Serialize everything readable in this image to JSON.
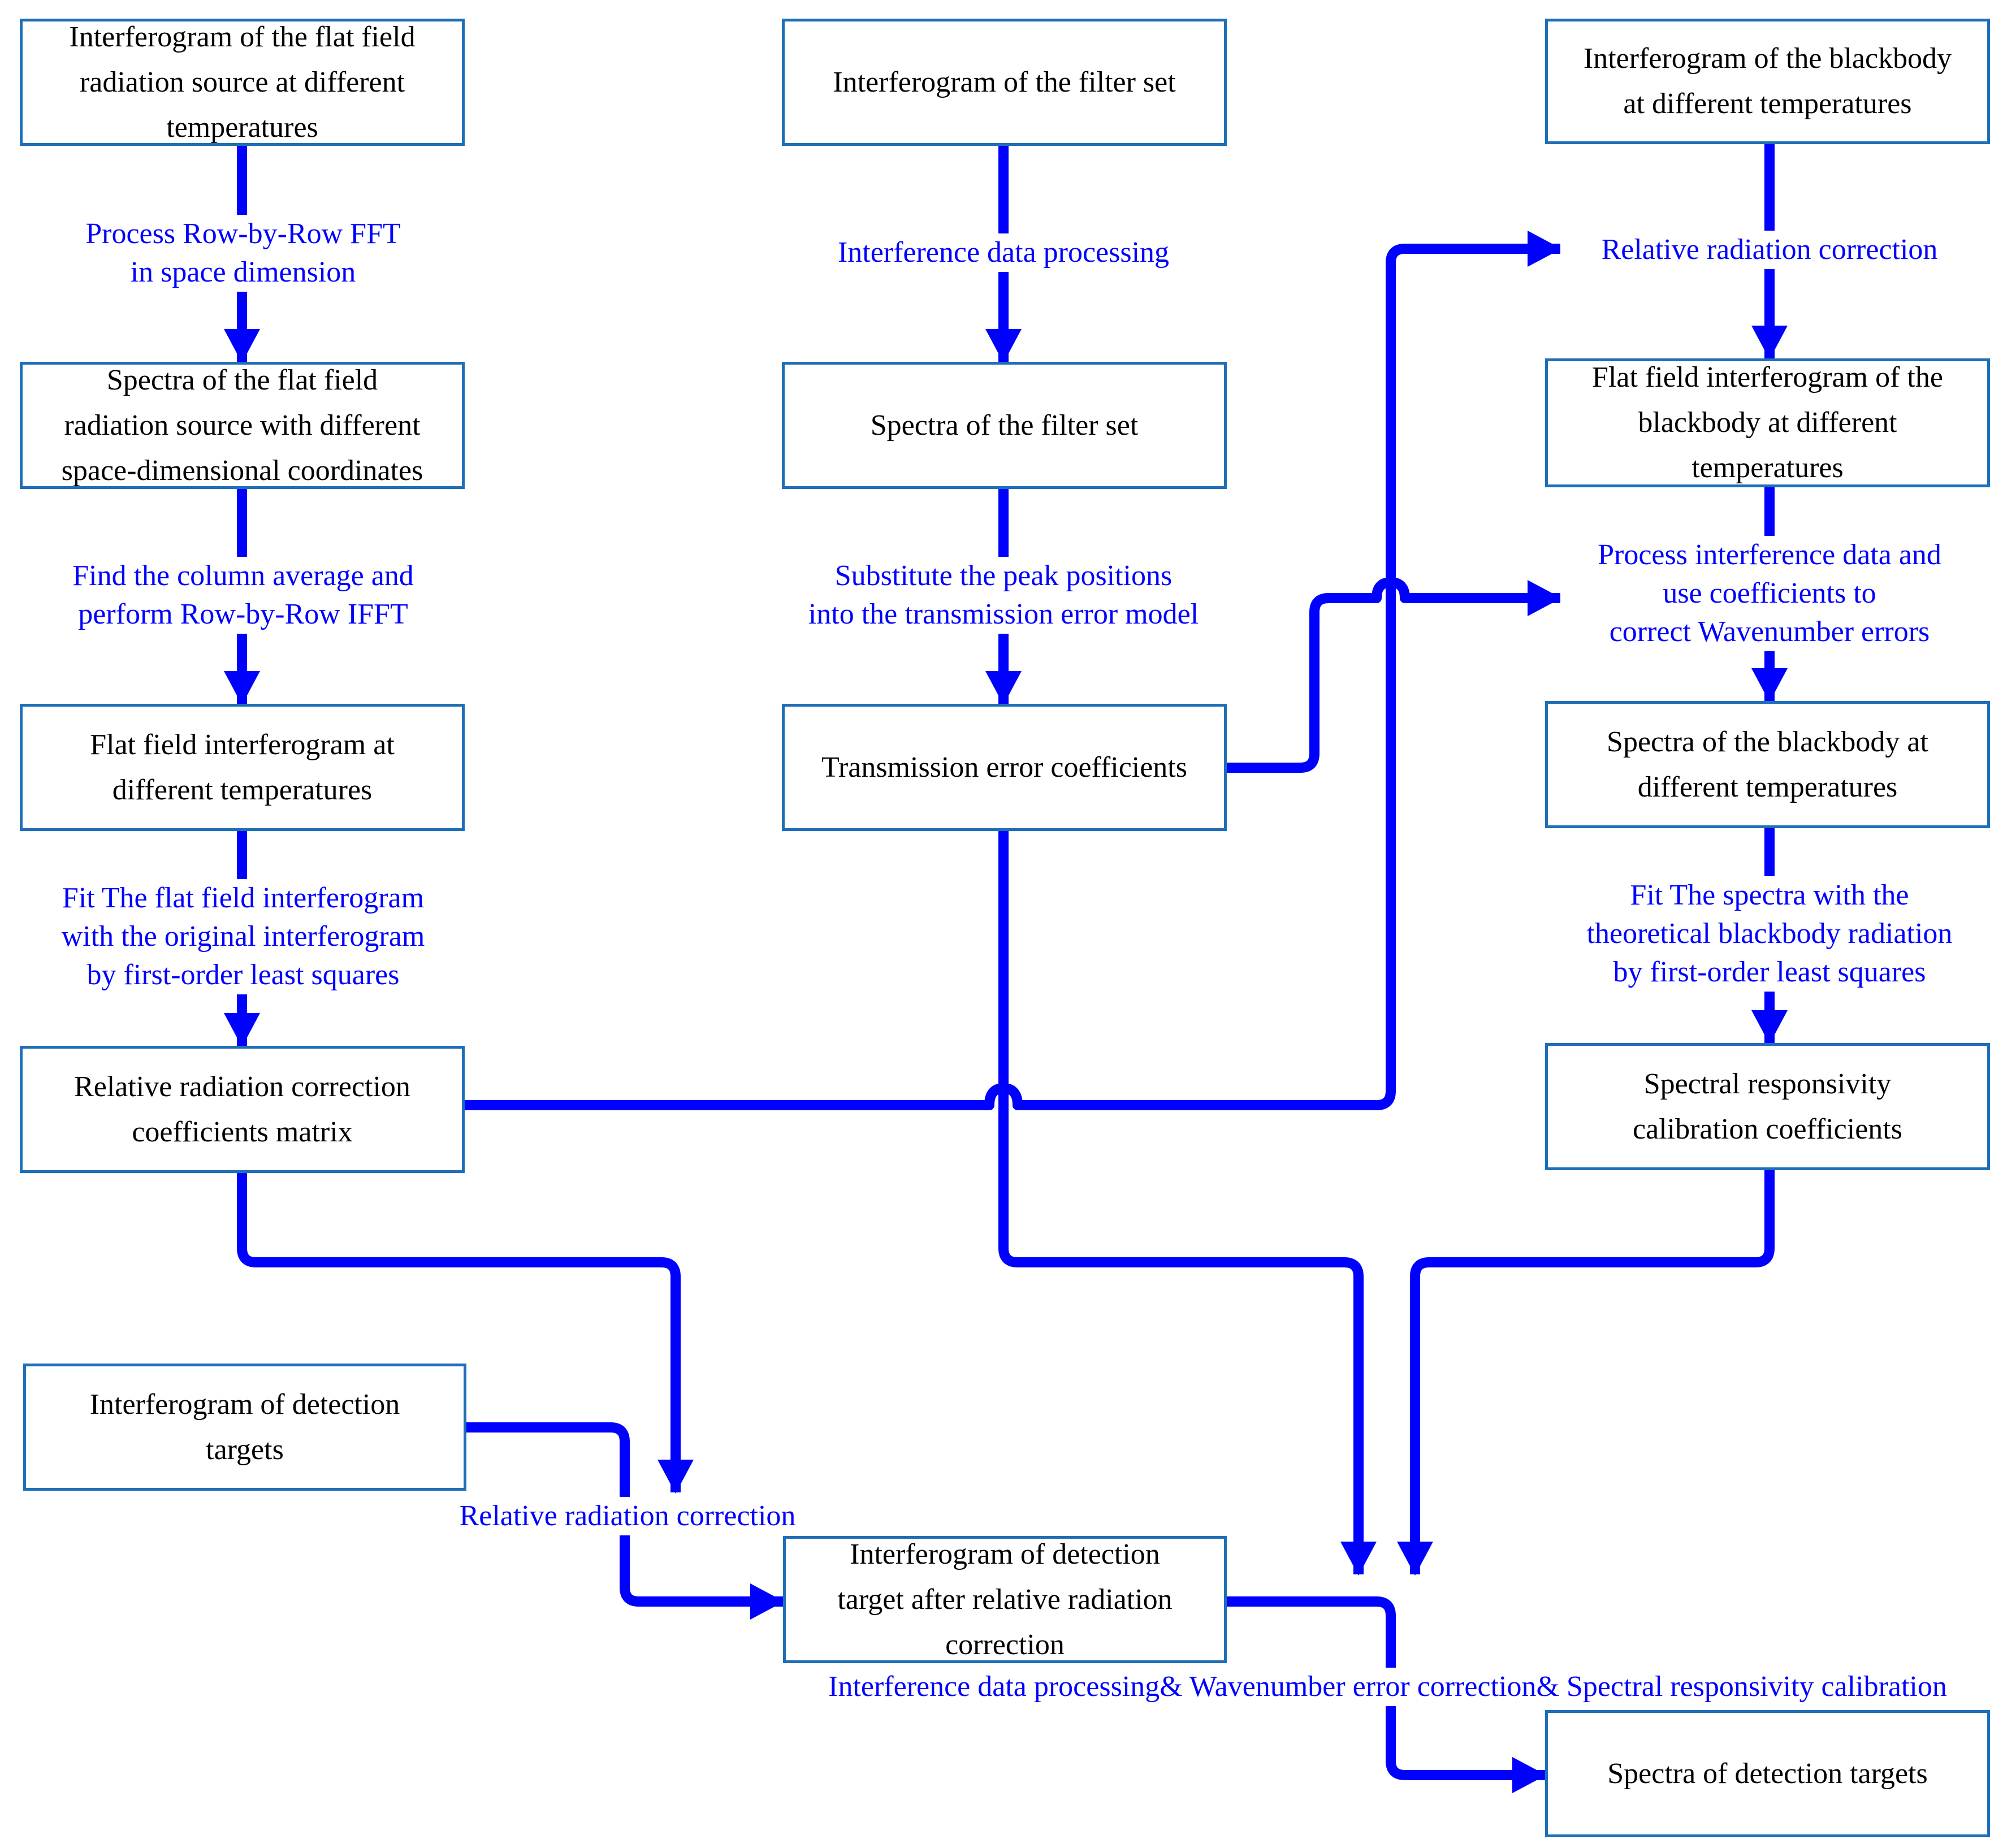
{
  "boxes": {
    "flat_field_interferogram_src": "Interferogram of the flat field\nradiation source at different\ntemperatures",
    "filter_set_interferogram": "Interferogram of the filter set",
    "blackbody_interferogram": "Interferogram of the blackbody\nat different temperatures",
    "flat_field_spectra": "Spectra of the flat field\nradiation source with different\nspace-dimensional coordinates",
    "filter_set_spectra": "Spectra of the filter set",
    "blackbody_flat_field_interferogram": "Flat field interferogram of the\nblackbody at different\ntemperatures",
    "flat_field_interferogram_temps": "Flat field interferogram at\ndifferent temperatures",
    "transmission_error_coefficients": "Transmission error coefficients",
    "blackbody_spectra": "Spectra of the blackbody at\ndifferent temperatures",
    "relative_radiation_matrix": "Relative radiation correction\ncoefficients matrix",
    "spectral_responsivity_coefficients": "Spectral responsivity\ncalibration coefficients",
    "detection_targets_interferogram": "Interferogram of detection\ntargets",
    "detection_target_corrected": "Interferogram of detection\ntarget after relative radiation\ncorrection",
    "detection_targets_spectra": "Spectra of detection targets"
  },
  "labels": {
    "row_fft": "Process Row-by-Row FFT\nin space dimension",
    "interference_processing": "Interference data processing",
    "relative_correction_top": "Relative radiation correction",
    "column_average": "Find the column average and\nperform Row-by-Row IFFT",
    "substitute_peaks": "Substitute the peak positions\ninto the transmission error model",
    "wavenumber_correction": "Process interference data and\nuse coefficients to\ncorrect Wavenumber errors",
    "fit_flat_field": "Fit The flat field interferogram\nwith the original interferogram\nby first-order least squares",
    "fit_spectra": "Fit The spectra with the\ntheoretical blackbody radiation\nby first-order least squares",
    "relative_correction_bottom": "Relative radiation correction",
    "final_processing": "Interference data processing& Wavenumber error correction& Spectral responsivity calibration"
  },
  "colors": {
    "arrow": "#0000ff",
    "label_text": "#0000ff",
    "box_border": "#1f6fb8",
    "box_text": "#000000"
  }
}
